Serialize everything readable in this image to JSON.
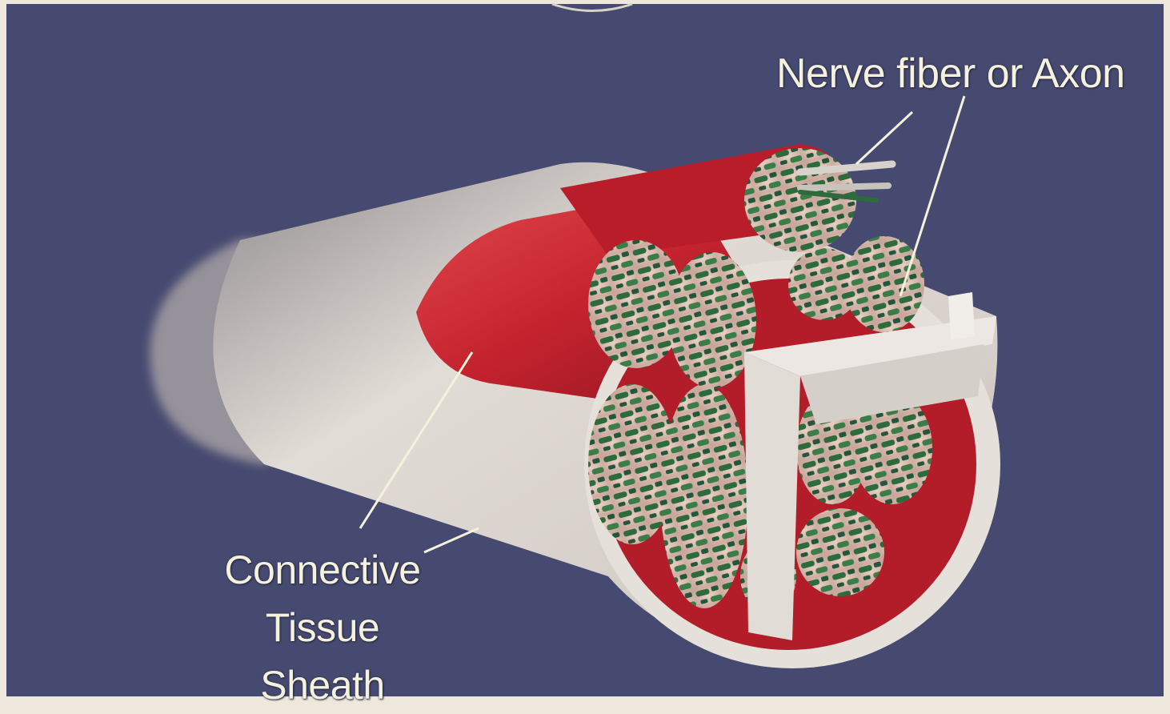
{
  "labels": {
    "axon": "Nerve fiber or Axon",
    "sheath_line1": "Connective",
    "sheath_line2": "Tissue",
    "sheath_line3": "Sheath"
  },
  "colors": {
    "page_border": "#ede7dc",
    "background": "#474a70",
    "sheath": "#d9d2cc",
    "fascicle_red": "#c4232e",
    "axon_green": "#2e6b3c",
    "label_text": "#f4f1dc"
  }
}
